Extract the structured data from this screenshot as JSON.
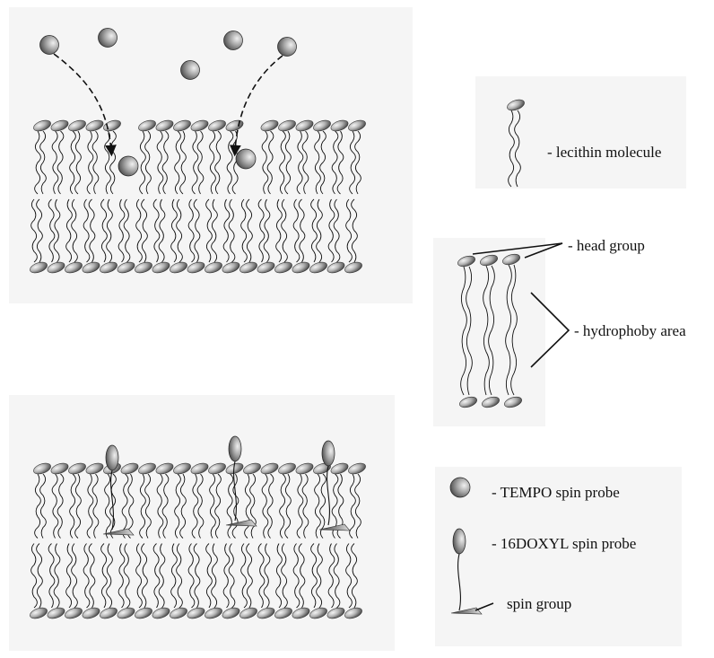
{
  "legend": {
    "lecithin": "- lecithin molecule",
    "head_group": "- head group",
    "hydrophoby": "- hydrophoby area",
    "tempo": "- TEMPO spin probe",
    "doxyl": "- 16DOXYL spin probe",
    "spin_group": "spin group"
  },
  "colors": {
    "background": "#ffffff",
    "panel": "#f5f5f5",
    "ink": "#111111",
    "head_dark": "#555555",
    "head_light": "#e8e8e8"
  },
  "icons": [
    "lipid-head-icon",
    "tempo-probe-icon",
    "doxyl-probe-icon",
    "spin-group-icon"
  ]
}
